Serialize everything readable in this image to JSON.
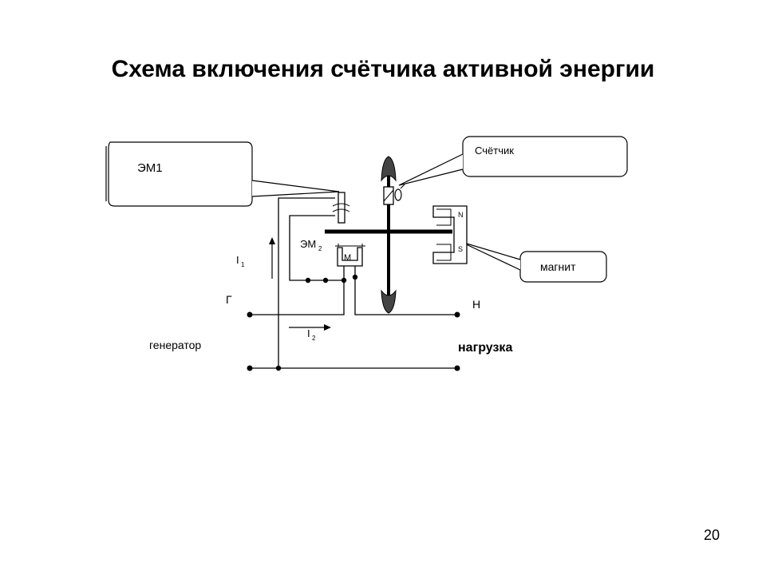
{
  "title": "Схема включения счётчика активной энергии",
  "page_number": "20",
  "callouts": {
    "em1": "ЭМ1",
    "counter": "Счётчик",
    "magnet": "магнит"
  },
  "labels": {
    "em2_main": "ЭМ",
    "em2_sub": "2",
    "i1_main": "I",
    "i1_sub": "1",
    "i2_main": "I",
    "i2_sub": "2",
    "g": "Г",
    "n": "Н",
    "generator": "генератор",
    "load": "нагрузка",
    "pole_n": "N",
    "pole_s": "S",
    "em2_coil": "М"
  }
}
